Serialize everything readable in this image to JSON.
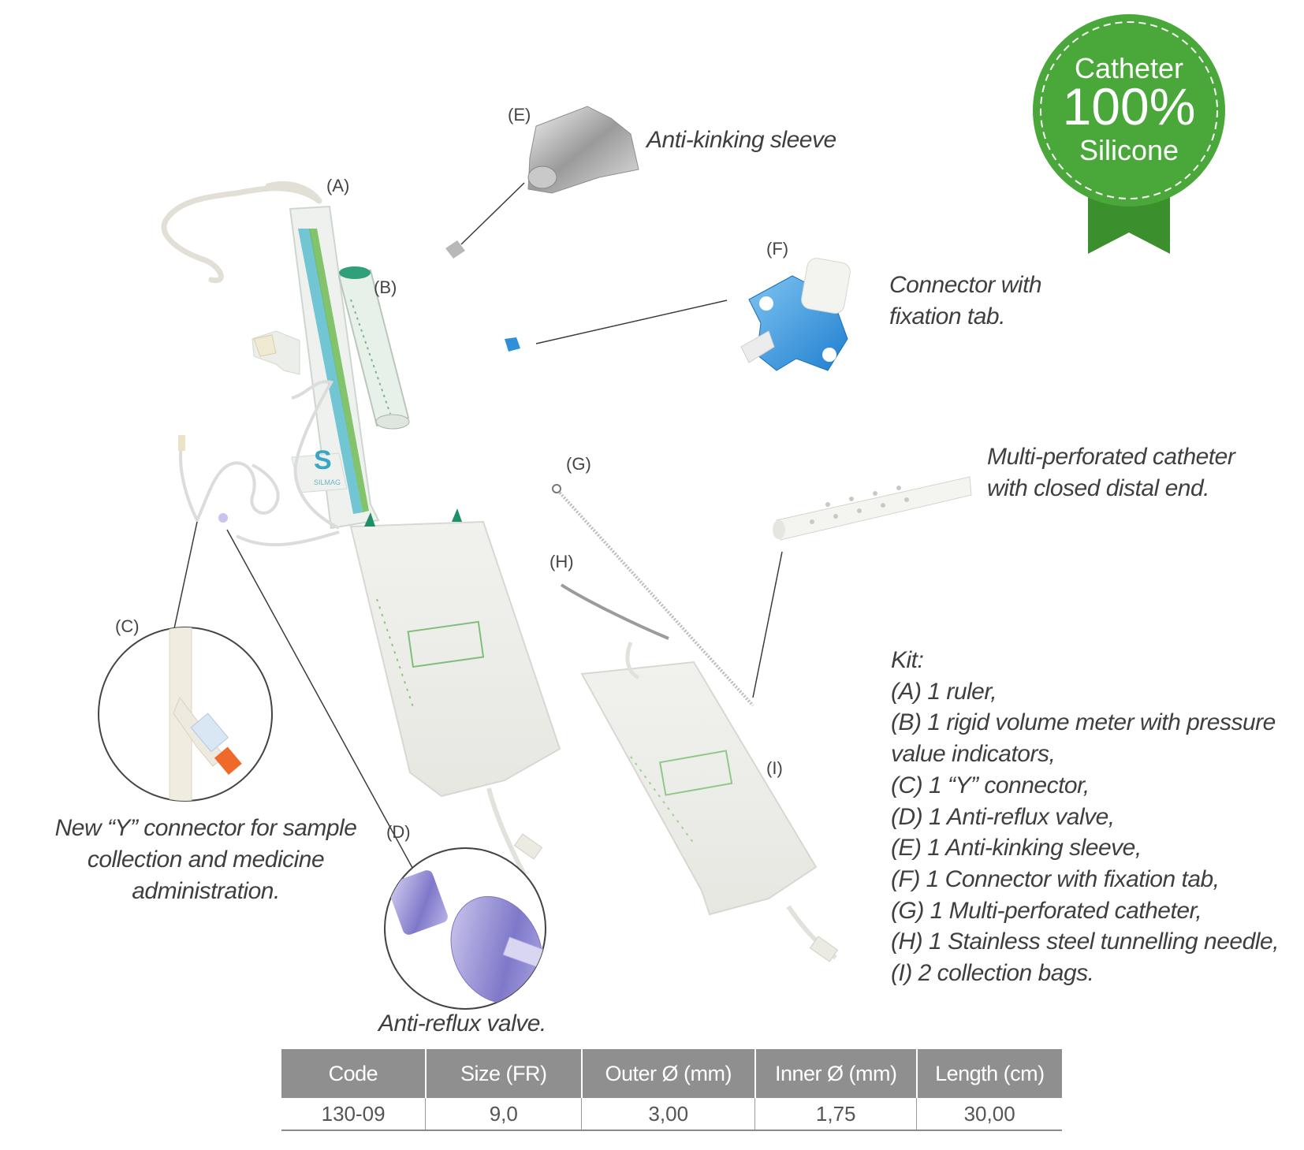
{
  "badge": {
    "line1": "Catheter",
    "line2": "100%",
    "line3": "Silicone",
    "color": "#4aa83a"
  },
  "labels": {
    "A": "(A)",
    "B": "(B)",
    "C": "(C)",
    "D": "(D)",
    "E": "(E)",
    "F": "(F)",
    "G": "(G)",
    "H": "(H)",
    "I": "(I)"
  },
  "captions": {
    "anti_kinking": "Anti-kinking sleeve",
    "connector_line1": "Connector with",
    "connector_line2": "fixation tab.",
    "catheter_line1": "Multi-perforated catheter",
    "catheter_line2": "with closed distal end.",
    "y_line1": "New “Y” connector for sample",
    "y_line2": "collection and medicine",
    "y_line3": "administration.",
    "anti_reflux": "Anti-reflux valve."
  },
  "product_marks": {
    "ruler_logo": "S",
    "brand": "SILMAG"
  },
  "kit": {
    "title": "Kit:",
    "items": [
      "(A) 1 ruler,",
      "(B) 1 rigid volume meter with pressure",
      "value indicators,",
      "(C) 1 “Y” connector,",
      "(D) 1 Anti-reflux valve,",
      "(E) 1 Anti-kinking sleeve,",
      "(F) 1 Connector with fixation tab,",
      "(G) 1 Multi-perforated catheter,",
      "(H) 1 Stainless steel tunnelling needle,",
      "(I) 2 collection bags."
    ]
  },
  "table": {
    "headers": [
      "Code",
      "Size (FR)",
      "Outer Ø (mm)",
      "Inner Ø (mm)",
      "Length (cm)"
    ],
    "rows": [
      [
        "130-09",
        "9,0",
        "3,00",
        "1,75",
        "30,00"
      ]
    ]
  }
}
